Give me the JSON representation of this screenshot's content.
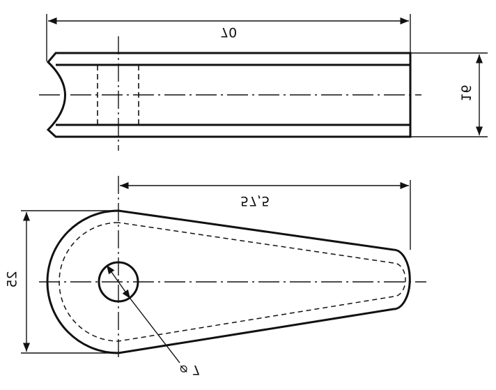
{
  "drawing": {
    "line_color": "#111111",
    "background": "#ffffff"
  },
  "dimensions": {
    "overall_length": "70",
    "thickness": "16",
    "arm_length": "57,5",
    "boss_width": "25",
    "hole_diameter": "⌀ 7"
  }
}
